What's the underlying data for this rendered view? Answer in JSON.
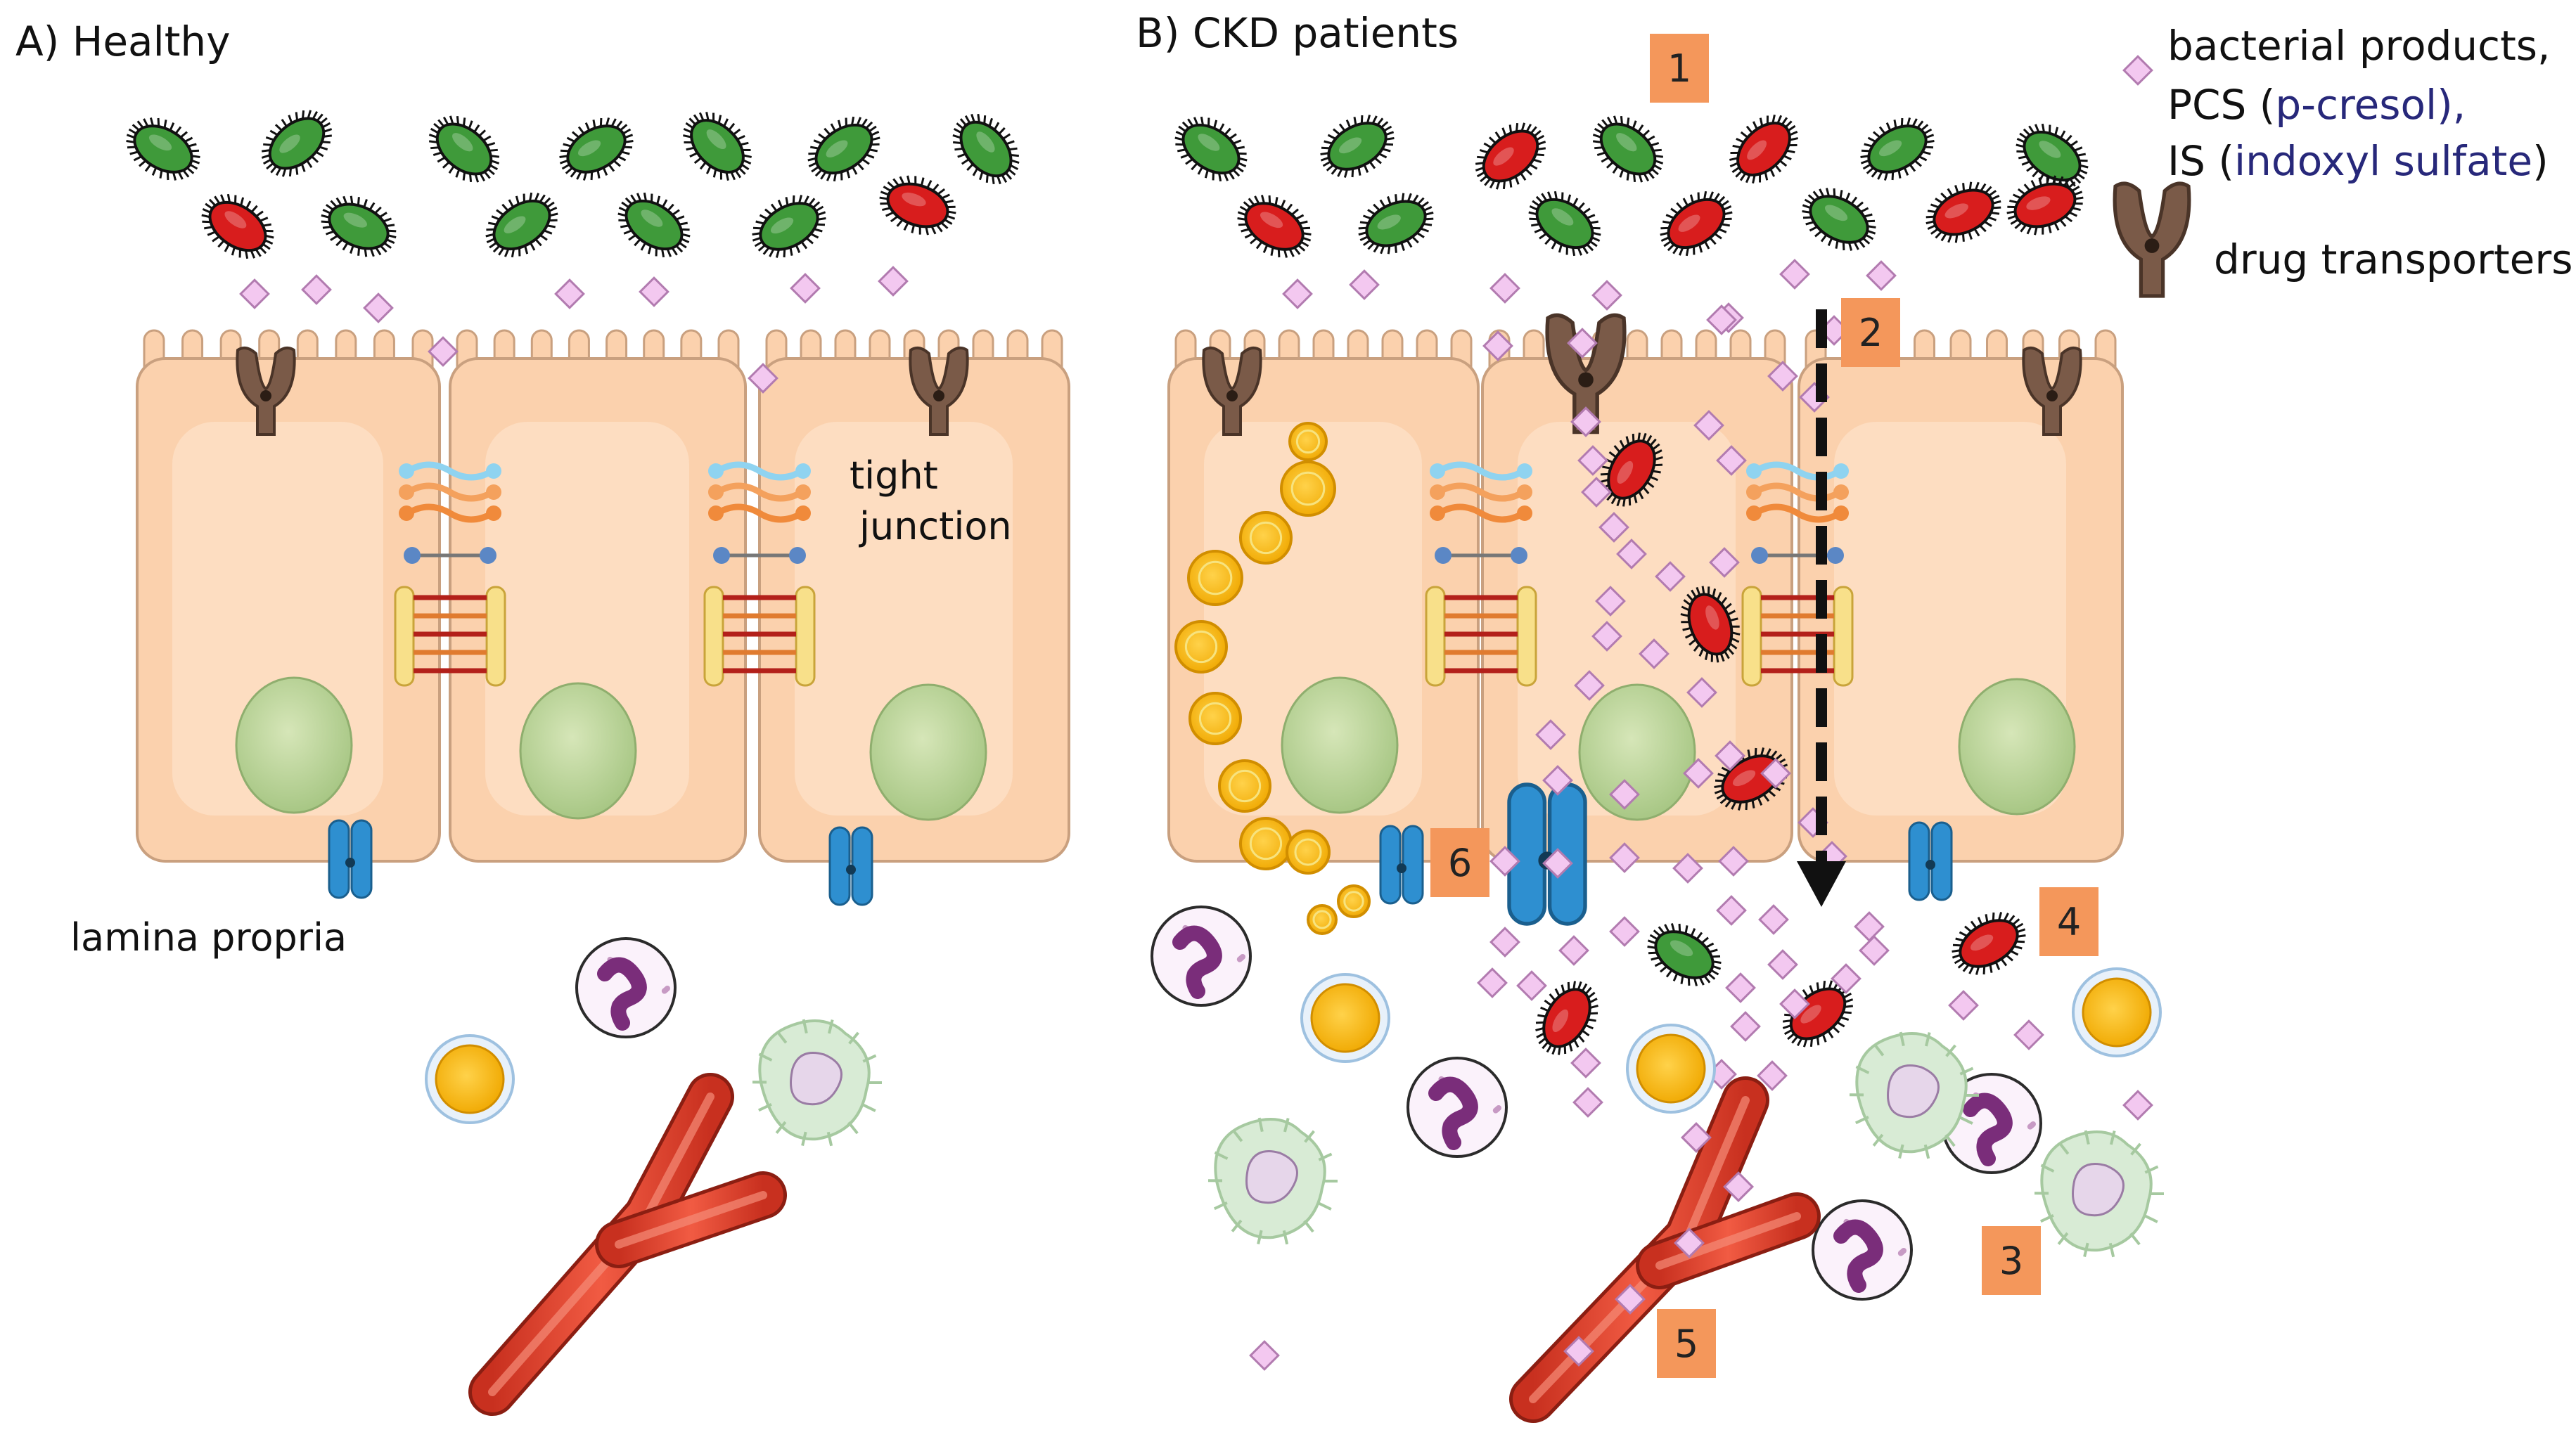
{
  "panels": {
    "healthy_title": "A) Healthy",
    "ckd_title": "B) CKD patients"
  },
  "labels": {
    "tight_junction_1": "tight",
    "tight_junction_2": "junction",
    "lamina_propria": "lamina propria"
  },
  "legend": {
    "line1": "bacterial products,",
    "line2_prefix": "PCS (",
    "line2_blue": "p-cresol),",
    "line3_prefix": "IS (",
    "line3_blue": "indoxyl sulfate",
    "line3_suffix": ")",
    "transporters": "drug transporters"
  },
  "markers": [
    "1",
    "2",
    "3",
    "4",
    "5",
    "6"
  ],
  "colors": {
    "cell_fill": "#fbd1ad",
    "cell_stroke": "#c9a07f",
    "nucleus": "#c7dba4",
    "bacteria_green": "#3f9a3a",
    "bacteria_red": "#d81d1d",
    "metabolite": "#f3c8f0",
    "marker_box": "#f4975b",
    "transporter": "#7a5a48",
    "channel": "#2e8fd0",
    "vessel": "#e4412c"
  }
}
